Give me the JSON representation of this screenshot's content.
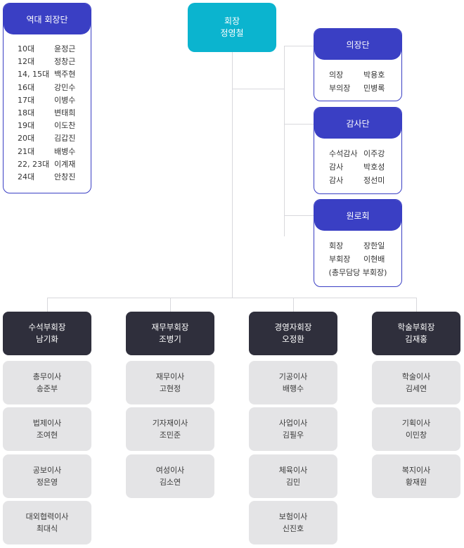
{
  "president": {
    "title": "회장",
    "name": "정영철"
  },
  "past_presidents": {
    "header": "역대 회장단",
    "rows": [
      {
        "term": "10대",
        "name": "윤정근"
      },
      {
        "term": "12대",
        "name": "정창근"
      },
      {
        "term": "14, 15대",
        "name": "백주현"
      },
      {
        "term": "16대",
        "name": "강민수"
      },
      {
        "term": "17대",
        "name": "이병수"
      },
      {
        "term": "18대",
        "name": "변태희"
      },
      {
        "term": "19대",
        "name": "이도찬"
      },
      {
        "term": "20대",
        "name": "김갑진"
      },
      {
        "term": "21대",
        "name": "배병수"
      },
      {
        "term": "22, 23대",
        "name": "이계재"
      },
      {
        "term": "24대",
        "name": "안창진"
      }
    ]
  },
  "chair": {
    "header": "의장단",
    "rows": [
      {
        "role": "의장",
        "name": "박용호"
      },
      {
        "role": "부의장",
        "name": "민병록"
      }
    ]
  },
  "audit": {
    "header": "감사단",
    "rows": [
      {
        "role": "수석감사",
        "name": "이주강"
      },
      {
        "role": "감사",
        "name": "박호성"
      },
      {
        "role": "감사",
        "name": "정선미"
      }
    ]
  },
  "elders": {
    "header": "원로회",
    "rows": [
      {
        "role": "회장",
        "name": "장한일"
      },
      {
        "role": "부회장",
        "name": "이현배"
      }
    ],
    "note": "(총무담당 부회장)"
  },
  "vice_presidents": [
    {
      "title": "수석부회장",
      "name": "남기화",
      "members": [
        {
          "title": "총무이사",
          "name": "송준부"
        },
        {
          "title": "법제이사",
          "name": "조여현"
        },
        {
          "title": "공보이사",
          "name": "정은영"
        },
        {
          "title": "대외협력이사",
          "name": "최대식"
        }
      ]
    },
    {
      "title": "재무부회장",
      "name": "조병기",
      "members": [
        {
          "title": "재무이사",
          "name": "고현정"
        },
        {
          "title": "기자재이사",
          "name": "조민준"
        },
        {
          "title": "여성이사",
          "name": "김소연"
        }
      ]
    },
    {
      "title": "경영자회장",
      "name": "오정환",
      "members": [
        {
          "title": "기공이사",
          "name": "배행수"
        },
        {
          "title": "사업이사",
          "name": "김필우"
        },
        {
          "title": "체육이사",
          "name": "김민"
        },
        {
          "title": "보험이사",
          "name": "신진호"
        }
      ]
    },
    {
      "title": "학술부회장",
      "name": "김재홍",
      "members": [
        {
          "title": "학술이사",
          "name": "김세연"
        },
        {
          "title": "기획이사",
          "name": "이민창"
        },
        {
          "title": "복지이사",
          "name": "황재원"
        }
      ]
    }
  ],
  "colors": {
    "president": "#0bb4cf",
    "panel": "#3a3fc4",
    "vice_president": "#2f2f3c",
    "member": "#e4e4e6",
    "connector": "#d8d8dc"
  }
}
